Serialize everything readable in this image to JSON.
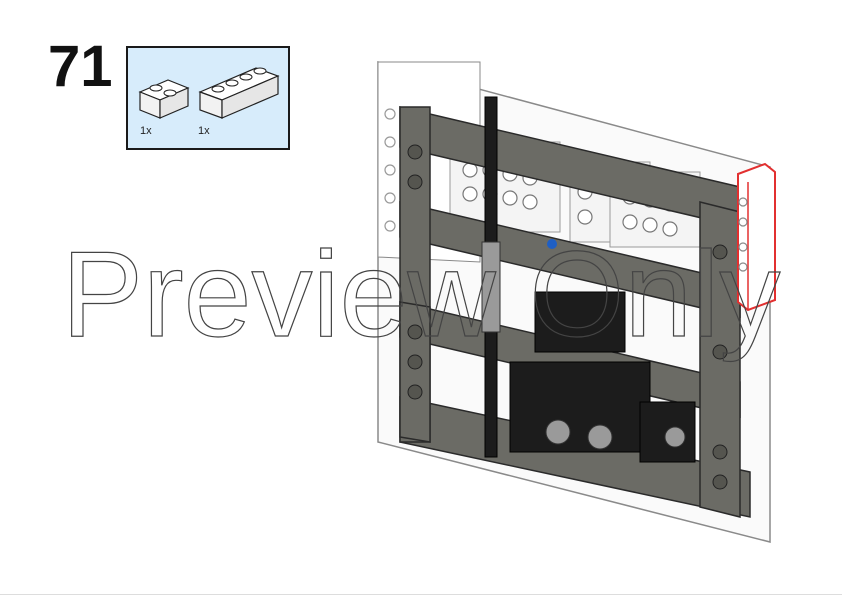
{
  "step": {
    "number": "71"
  },
  "parts": [
    {
      "name": "brick-1x2-white",
      "quantity": "1x"
    },
    {
      "name": "brick-1x4-white",
      "quantity": "1x"
    }
  ],
  "watermark": {
    "text": "Preview Only"
  },
  "colors": {
    "parts_box_bg": "#d7ecfb",
    "frame_gray": "#6b6b65",
    "highlight": "#e23030"
  }
}
